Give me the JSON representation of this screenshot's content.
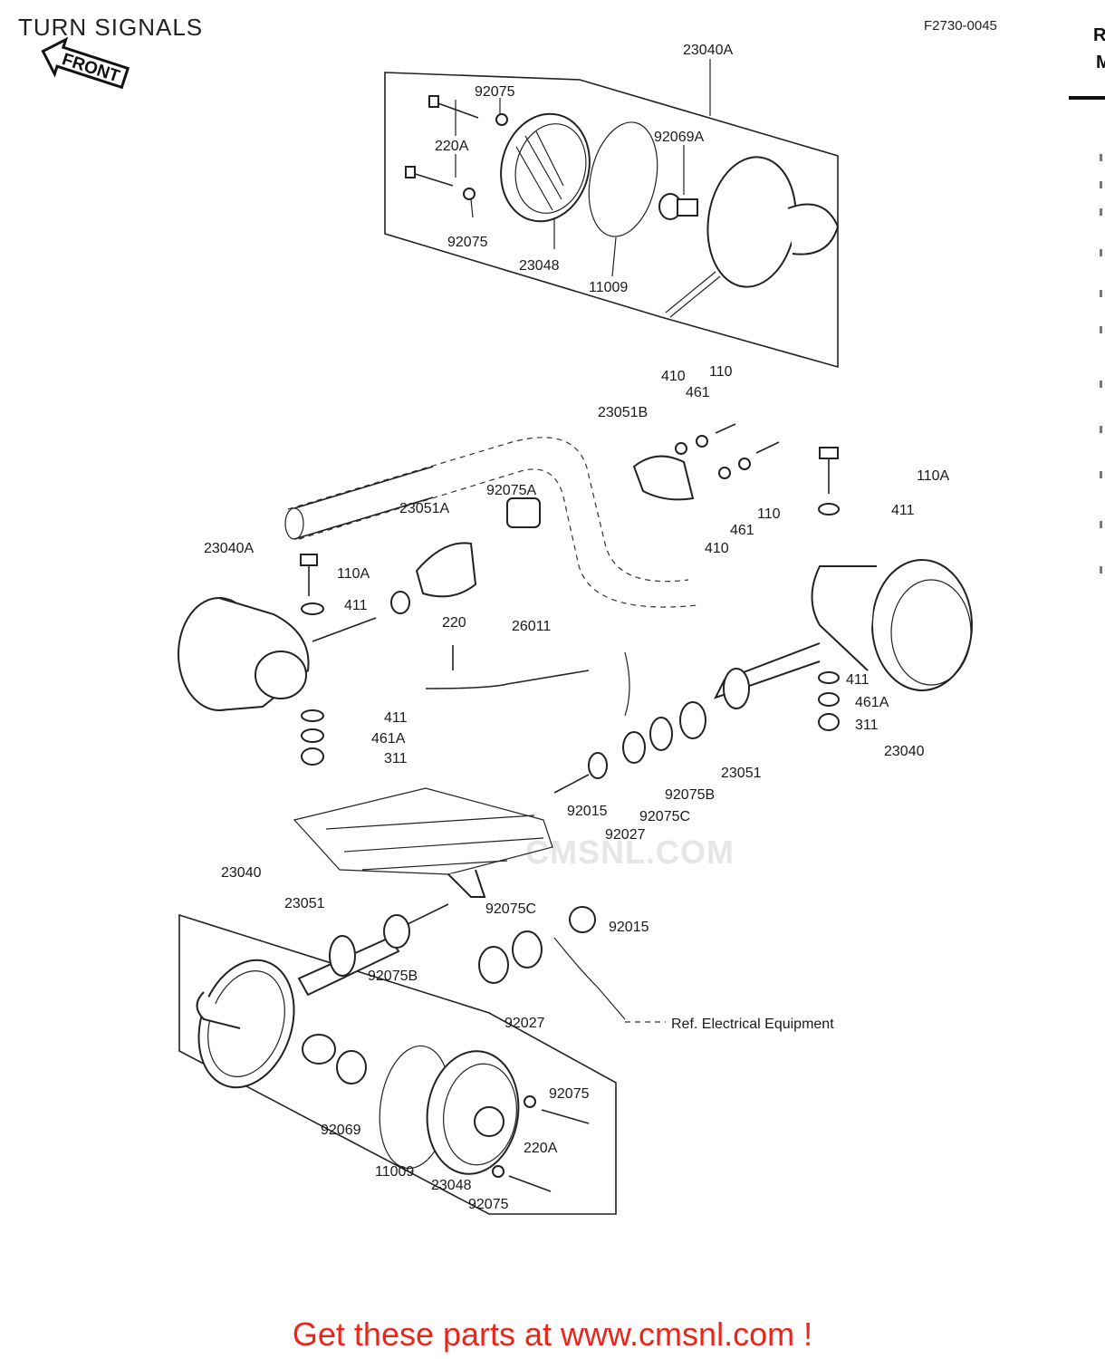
{
  "page": {
    "title": "TURN SIGNALS",
    "figure_no": "F2730-0045",
    "front_arrow": "FRONT",
    "side_cut_r": "R",
    "side_cut_m": "M",
    "watermark": "CMSNL.COM",
    "footer": "Get these parts at www.cmsnl.com !"
  },
  "labels": {
    "top_23040A": "23040A",
    "top_92075_a": "92075",
    "top_220A": "220A",
    "top_92069A": "92069A",
    "top_92075_b": "92075",
    "top_23048": "23048",
    "top_11009": "11009",
    "clamp_410a": "410",
    "clamp_110a": "110",
    "clamp_461a": "461",
    "clamp_23051B": "23051B",
    "clamp_110b": "110",
    "clamp_461b": "461",
    "clamp_410b": "410",
    "r_110A": "110A",
    "r_411": "411",
    "l_92075A": "92075A",
    "l_23051A": "23051A",
    "l_23040A": "23040A",
    "l_110A": "110A",
    "l_411": "411",
    "l_220": "220",
    "l_26011": "26011",
    "l_411b": "411",
    "l_461A": "461A",
    "l_311": "311",
    "r_411b": "411",
    "r_461A": "461A",
    "r_311": "311",
    "r_23040": "23040",
    "r_23051": "23051",
    "r_92075B": "92075B",
    "r_92075C": "92075C",
    "r_92015": "92015",
    "r_92027": "92027",
    "b_23040": "23040",
    "b_23051": "23051",
    "b_92075B": "92075B",
    "b_92075C": "92075C",
    "b_92015": "92015",
    "b_92027": "92027",
    "b_ref": "Ref.  Electrical Equipment",
    "b_92069": "92069",
    "b_11009": "11009",
    "b_23048": "23048",
    "b_92075a": "92075",
    "b_220A": "220A",
    "b_92075b": "92075"
  }
}
